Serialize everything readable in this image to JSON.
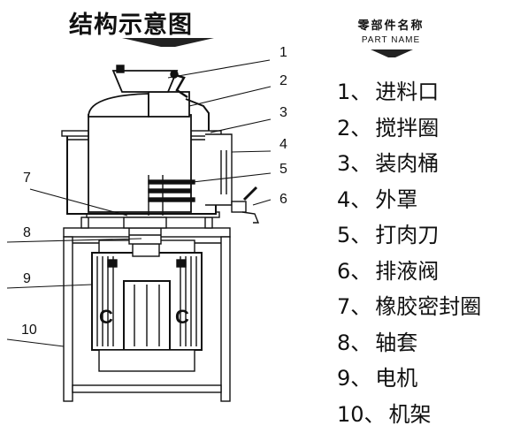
{
  "title": "结构示意图",
  "parts_header": {
    "zh": "零部件名称",
    "en": "PART NAME"
  },
  "parts": [
    {
      "num": "1",
      "sep": "、",
      "name": "进料口"
    },
    {
      "num": "2",
      "sep": "、",
      "name": "搅拌圈"
    },
    {
      "num": "3",
      "sep": "、",
      "name": "装肉桶"
    },
    {
      "num": "4",
      "sep": "、",
      "name": "外罩"
    },
    {
      "num": "5",
      "sep": "、",
      "name": "打肉刀"
    },
    {
      "num": "6",
      "sep": "、",
      "name": "排液阀"
    },
    {
      "num": "7",
      "sep": "、",
      "name": "橡胶密封圈"
    },
    {
      "num": "8",
      "sep": "、",
      "name": "轴套"
    },
    {
      "num": "9",
      "sep": "、",
      "name": "电机"
    },
    {
      "num": "10",
      "sep": "、",
      "name": "机架"
    }
  ],
  "callouts": [
    "1",
    "2",
    "3",
    "4",
    "5",
    "6",
    "7",
    "8",
    "9",
    "10"
  ],
  "motor_labels": [
    "C",
    "C"
  ]
}
